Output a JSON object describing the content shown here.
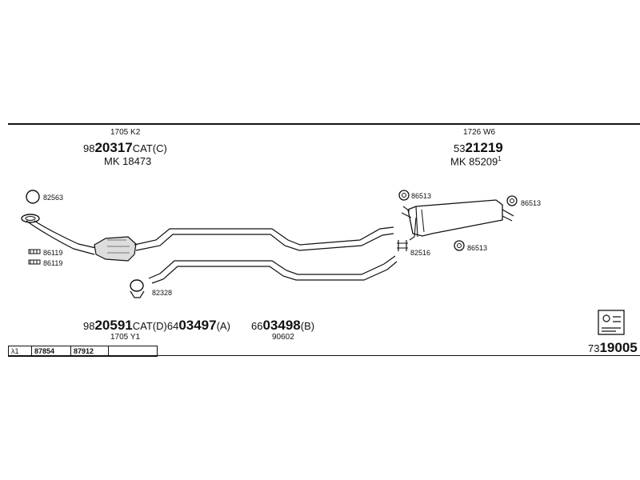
{
  "header_left": {
    "code": "1705 K2",
    "part_prefix": "98",
    "part_main": "20317",
    "part_suffix": "CAT(C)",
    "mk": "MK  18473"
  },
  "header_right": {
    "code": "1726 W6",
    "part_prefix": "53",
    "part_main": "21219",
    "mk": "MK  85209",
    "mk_sup": "1"
  },
  "labels": {
    "l82563": "82563",
    "l86119a": "86119",
    "l86119b": "86119",
    "l82328": "82328",
    "l86513a": "86513",
    "l86513b": "86513",
    "l86513c": "86513",
    "l82516": "82516"
  },
  "bottom_parts": {
    "p1_prefix": "98",
    "p1_main": "20591",
    "p1_suffix": "CAT(D)",
    "p2_prefix": "64",
    "p2_main": "03497",
    "p2_suffix": "(A)",
    "p3_prefix": "66",
    "p3_main": "03498",
    "p3_suffix": "(B)",
    "code_1705y1": "1705 Y1",
    "code_90602": "90602"
  },
  "lambda_table": {
    "symbol": "λ1",
    "v1": "87854",
    "v2": "87912",
    "v3": ""
  },
  "catalog": {
    "prefix": "73",
    "main": "19005"
  }
}
